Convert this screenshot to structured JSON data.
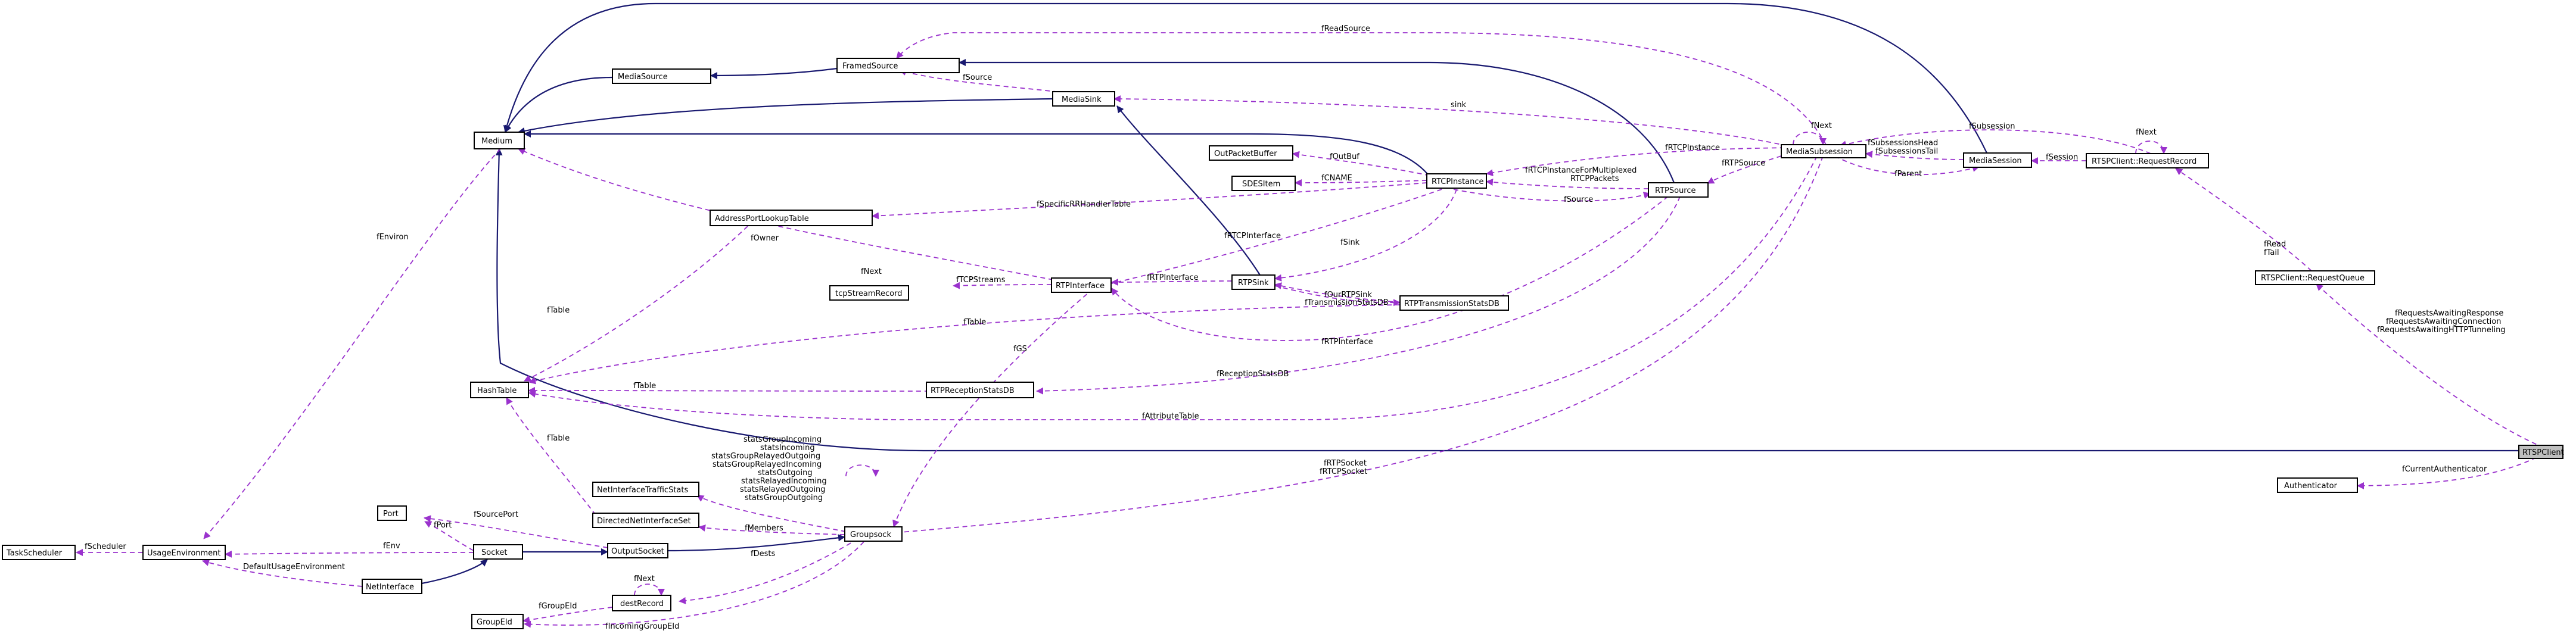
{
  "nodes": {
    "rtspclient": "RTSPClient",
    "authenticator": "Authenticator",
    "requestqueue": "RTSPClient::RequestQueue",
    "requestrecord": "RTSPClient::RequestRecord",
    "mediasession": "MediaSession",
    "mediasubsession": "MediaSubsession",
    "rtpsource": "RTPSource",
    "rtcpinstance": "RTCPInstance",
    "outpacketbuffer": "OutPacketBuffer",
    "sdesitem": "SDESItem",
    "mediasink": "MediaSink",
    "framedsource": "FramedSource",
    "mediasource": "MediaSource",
    "medium": "Medium",
    "addressportlookuptable": "AddressPortLookupTable",
    "rtpinterface": "RTPInterface",
    "rtpsink": "RTPSink",
    "rtptransmissionstatsdb": "RTPTransmissionStatsDB",
    "tcpstreamrecord": "tcpStreamRecord",
    "hashtable": "HashTable",
    "rtpreceptionstatsdb": "RTPReceptionStatsDB",
    "netinterfacetrafficstats": "NetInterfaceTrafficStats",
    "directednetinterfaceset": "DirectedNetInterfaceSet",
    "groupsock": "Groupsock",
    "outputsocket": "OutputSocket",
    "port": "Port",
    "socket": "Socket",
    "destrecord": "destRecord",
    "groupeid": "GroupEId",
    "netinterface": "NetInterface",
    "usageenvironment": "UsageEnvironment",
    "taskscheduler": "TaskScheduler"
  },
  "edge_labels": {
    "freadsource": "fReadSource",
    "fsource_framed": "fSource",
    "sink": "sink",
    "frtcpinstance_top": "fRTCPInstance",
    "fnext_msub": "fNext",
    "fsubsession": "fSubsession",
    "fnext_rr": "fNext",
    "fsubsessionshead": "fSubsessionsHead",
    "fsubsessionstail": "fSubsessionsTail",
    "fsession": "fSession",
    "frtpsource": "fRTPSource",
    "fparent": "fParent",
    "frtcpinstanceformultiplexed": "fRTCPInstanceForMultiplexed",
    "rtcppackets": "RTCPPackets",
    "foutbuf": "fOutBuf",
    "fcname": "fCNAME",
    "fspecificrrhandlertable": "fSpecificRRHandlerTable",
    "fsource_rtp": "fSource",
    "frtcpinterface": "fRTCPInterface",
    "fsink": "fSink",
    "frtpinterface_sink": "fRTPInterface",
    "fourrtpsink": "fOurRTPSink",
    "ftransmissionstatsdb": "fTransmissionStatsDB",
    "fread": "fRead",
    "ftail": "fTail",
    "fowner": "fOwner",
    "fnext_tcp": "fNext",
    "ftcpstreams": "fTCPStreams",
    "fenviron": "fEnviron",
    "ftable_addr": "fTable",
    "ftable_trans": "fTable",
    "ftable_recep": "fTable",
    "frtpinterface_src": "fRTPInterface",
    "freceptionstatsdb": "fReceptionStatsDB",
    "fattributetable": "fAttributeTable",
    "fgs": "fGS",
    "frequestsawaitingresponse": "fRequestsAwaitingResponse",
    "frequestsawaitingconnection": "fRequestsAwaitingConnection",
    "frequestsawaitinghttptunneling": "fRequestsAwaitingHTTPTunneling",
    "fcurrentauthenticator": "fCurrentAuthenticator",
    "frtpsocket": "fRTPSocket",
    "frtcpsocket": "fRTCPSocket",
    "ftable_tcp": "fTable",
    "statsgroupincoming": "statsGroupIncoming",
    "statsincoming": "statsIncoming",
    "statsgrouprelayedoutgoing": "statsGroupRelayedOutgoing",
    "statsgrouprelayedincoming": "statsGroupRelayedIncoming",
    "statsoutgoing": "statsOutgoing",
    "statsrelayedincoming": "statsRelayedIncoming",
    "statsrelayedoutgoing": "statsRelayedOutgoing",
    "statsgroupoutgoing": "statsGroupOutgoing",
    "fsourceport": "fSourcePort",
    "fport": "fPort",
    "fmembers": "fMembers",
    "fscheduler": "fScheduler",
    "fenv": "fEnv",
    "defaultusageenvironment": "DefaultUsageEnvironment",
    "fnext_dest": "fNext",
    "fdests": "fDests",
    "fgroupeid": "fGroupEId",
    "fincominggroupeid": "fIncomingGroupEId"
  }
}
